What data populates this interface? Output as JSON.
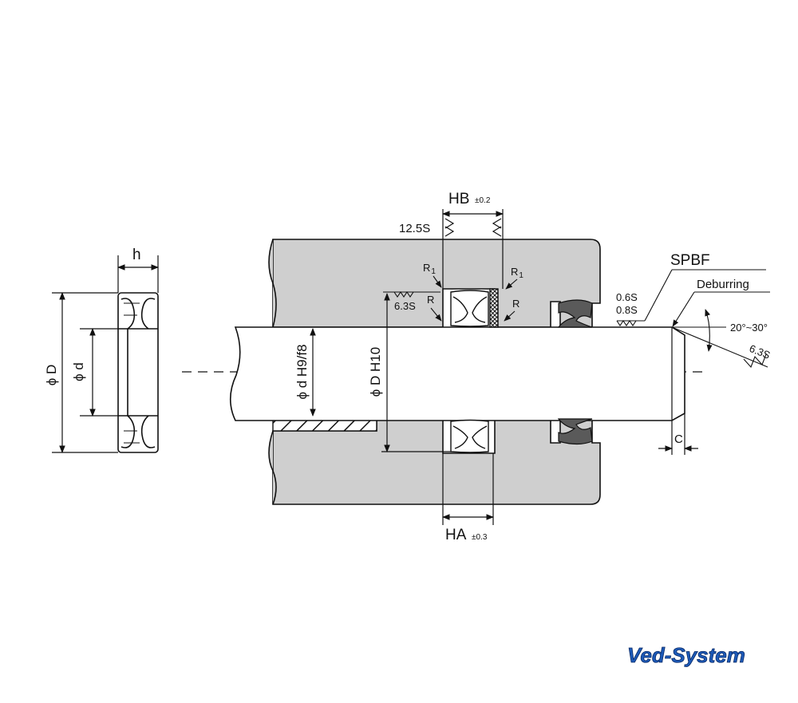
{
  "labels": {
    "h": "h",
    "phi_D": "ϕ D",
    "phi_d": "ϕ d",
    "hb": "HB",
    "hb_tol": "±0.2",
    "ha": "HA",
    "ha_tol": "±0.3",
    "surface_12_5s": "12.5S",
    "surface_6_3s_left": "6.3S",
    "surface_6_3s_right": "6.3S",
    "surface_0_6s": "0.6S",
    "surface_0_8s": "0.8S",
    "r1_left": "R",
    "r1_left_sub": "1",
    "r_left": "R",
    "r1_right": "R",
    "r1_right_sub": "1",
    "r_right": "R",
    "rod_fit": "ϕ d H9/f8",
    "bore_fit": "ϕ D H10",
    "spbf": "SPBF",
    "deburring": "Deburring",
    "angle": "20°~30°",
    "c": "C"
  },
  "logo": {
    "text": "Ved-System",
    "colors": {
      "fill": "#1d5ab8",
      "outline": "#0a2a66"
    }
  },
  "colors": {
    "housing": "#cfcfcf",
    "seal_dark": "#5a5a5a",
    "line": "#111111"
  }
}
